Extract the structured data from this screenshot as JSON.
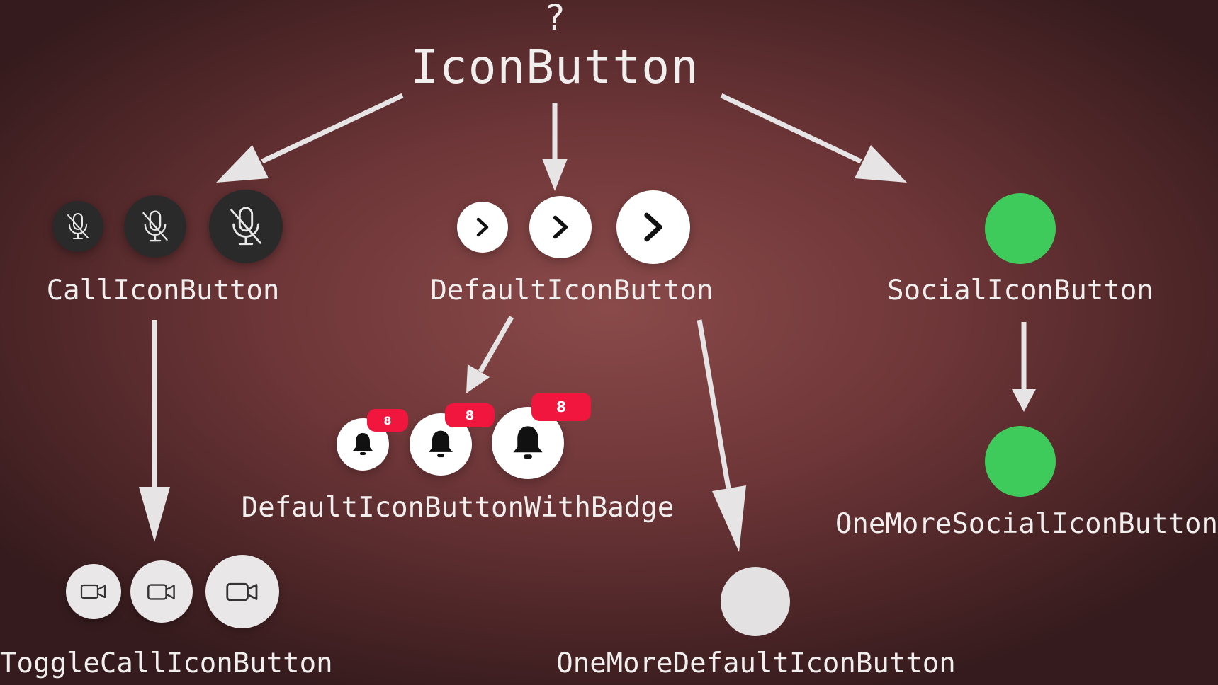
{
  "root": {
    "question_mark": "?",
    "title": "IconButton"
  },
  "nodes": {
    "call": {
      "label": "CallIconButton",
      "icon": "mic-off-icon"
    },
    "default": {
      "label": "DefaultIconButton",
      "icon": "chevron-right-icon"
    },
    "social": {
      "label": "SocialIconButton"
    },
    "toggle_call": {
      "label": "ToggleCallIconButton",
      "icon": "video-camera-icon"
    },
    "default_badge": {
      "label": "DefaultIconButtonWithBadge",
      "icon": "bell-icon",
      "badge_count": "8"
    },
    "one_more_default": {
      "label": "OneMoreDefaultIconButton"
    },
    "one_more_social": {
      "label": "OneMoreSocialIconButton"
    }
  },
  "colors": {
    "call_button": "#2a2a2b",
    "default_button": "#ffffff",
    "social_button": "#3fcb5c",
    "toggle_button": "#e9e7e7",
    "badge": "#f0163e",
    "arrow": "#e6e4e4"
  }
}
